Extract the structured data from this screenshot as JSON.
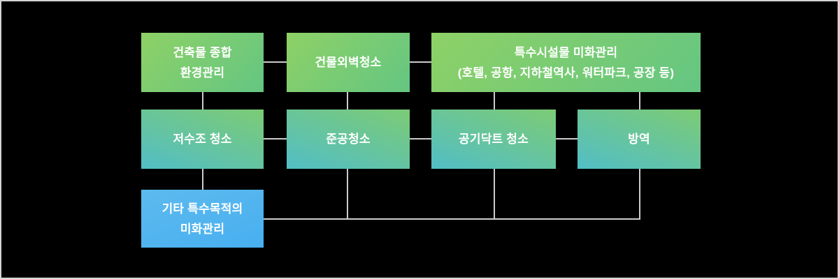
{
  "diagram": {
    "title": "building-management-services-organization-diagram",
    "nodes": {
      "building_env": {
        "line1": "건축물 종합",
        "line2": "환경관리"
      },
      "exterior_cleaning": {
        "label": "건물외벽청소"
      },
      "special_facility": {
        "line1": "특수시설물 미화관리",
        "line2": "(호텔, 공항, 지하철역사, 워터파크, 공장 등)"
      },
      "water_tank": {
        "label": "저수조 청소"
      },
      "completion_cleaning": {
        "label": "준공청소"
      },
      "air_duct": {
        "label": "공기닥트 청소"
      },
      "pest_control": {
        "label": "방역"
      },
      "other_special": {
        "line1": "기타 특수목적의",
        "line2": "미화관리"
      }
    }
  },
  "colors": {
    "canvas_bg": "#000000",
    "canvas_border": "#d4d4d4",
    "connector": "#cccccc",
    "green_start": "#8ed166",
    "green_end": "#64c682",
    "teal_start": "#7ccb74",
    "teal_end": "#52bec6",
    "blue_start": "#5dbaee",
    "blue_end": "#48aff0",
    "text": "#ffffff"
  }
}
